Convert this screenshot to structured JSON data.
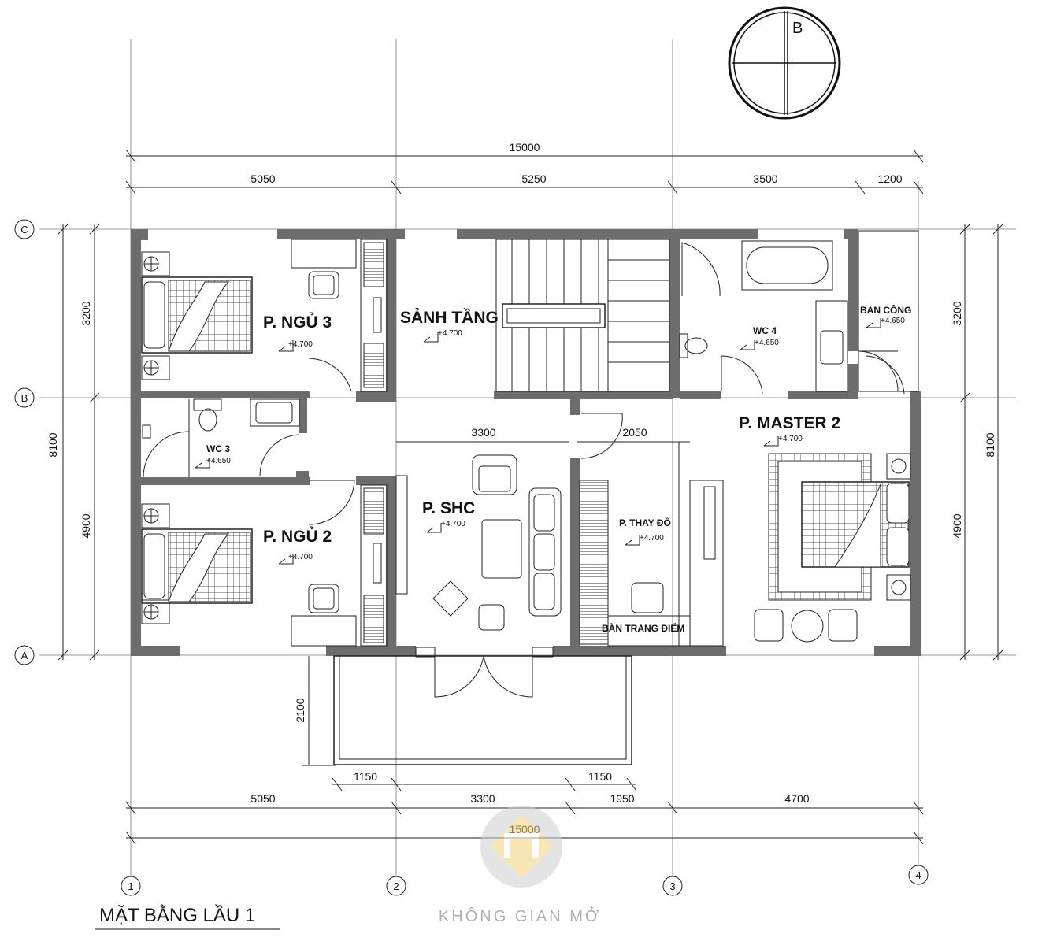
{
  "drawing": {
    "title": "MẶT BẰNG LẦU 1",
    "watermark": "KHÔNG GIAN MỞ",
    "north_label": "B"
  },
  "grid_axes": {
    "rows": [
      "C",
      "B",
      "A"
    ],
    "cols": [
      "1",
      "2",
      "3",
      "4"
    ]
  },
  "rooms": {
    "bed3": {
      "name": "P. NGỦ 3",
      "level": "+4.700"
    },
    "lobby": {
      "name": "SẢNH TẦNG",
      "level": "+4.700"
    },
    "wc4": {
      "name": "WC 4",
      "level": "+4.650"
    },
    "balcony": {
      "name": "BAN CÔNG",
      "level": "+4.650"
    },
    "wc3": {
      "name": "WC 3",
      "level": "+4.650"
    },
    "master": {
      "name": "P. MASTER 2",
      "level": "+4.700"
    },
    "living": {
      "name": "P. SHC",
      "level": "+4.700"
    },
    "dressing": {
      "name": "P. THAY ĐỒ",
      "level": "+4.700"
    },
    "bed2": {
      "name": "P. NGỦ 2",
      "level": "+4.700"
    },
    "vanity": {
      "name": "BÀN TRANG ĐIỂM"
    }
  },
  "dimensions": {
    "top_total": "15000",
    "top_parts": [
      "5050",
      "5250",
      "3500",
      "1200"
    ],
    "bottom_parts": [
      "5050",
      "3300",
      "1950",
      "4700"
    ],
    "bottom_total": "15000",
    "left_parts": [
      "3200",
      "4900"
    ],
    "left_total": "8100",
    "right_parts": [
      "3200",
      "4900"
    ],
    "right_total": "8100",
    "inner_3300": "3300",
    "inner_2050": "2050",
    "balcony_depth": "2100",
    "balcony_left": "1150",
    "balcony_right": "1150"
  }
}
